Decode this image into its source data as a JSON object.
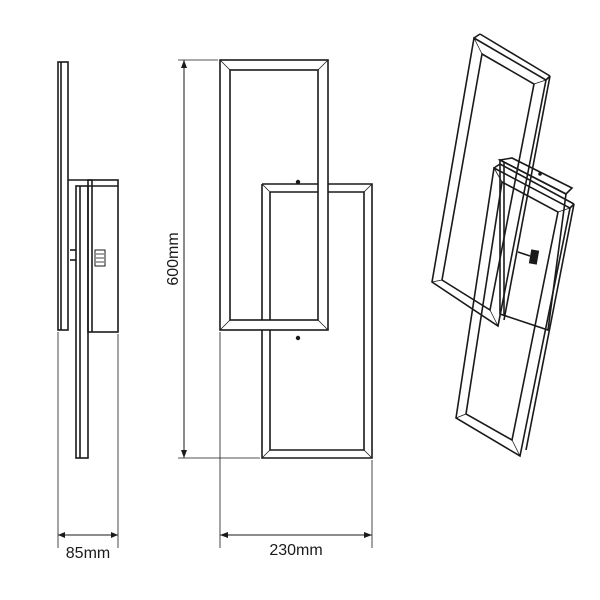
{
  "dimensions": {
    "height_label": "600mm",
    "width_label": "230mm",
    "depth_label": "85mm"
  }
}
